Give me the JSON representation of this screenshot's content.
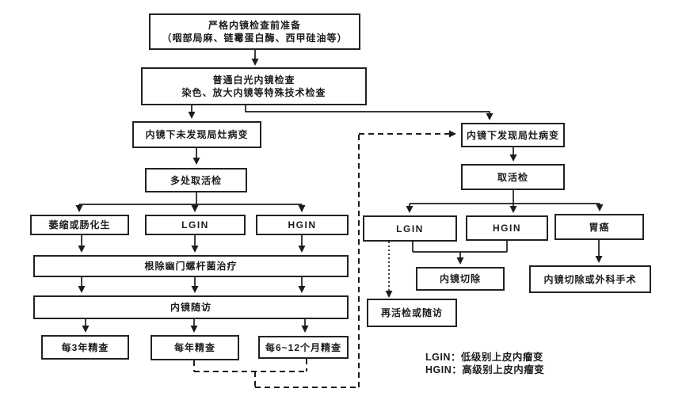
{
  "colors": {
    "ink": "#1c1c1c",
    "background": "#ffffff"
  },
  "flowchart": {
    "prep": {
      "line1": "严格内镜检查前准备",
      "line2": "（咽部局麻、链霉蛋白酶、西甲硅油等）"
    },
    "exam": {
      "line1": "普通白光内镜检查",
      "line2": "染色、放大内镜等特殊技术检查"
    },
    "no_lesion": "内镜下未发现局灶病变",
    "lesion_found": "内镜下发现局灶病变",
    "multi_biopsy": "多处取活检",
    "biopsy": "取活检",
    "atrophy": "萎缩或肠化生",
    "lgin_left": "LGIN",
    "hgin_left": "HGIN",
    "hp_eradication": "根除幽门螺杆菌治疗",
    "endoscopy_followup": "内镜随访",
    "every_3yr": "每3年精查",
    "every_1yr": "每年精查",
    "every_6_12mo": "每6~12个月精查",
    "lgin_right": "LGIN",
    "hgin_right": "HGIN",
    "gastric_cancer": "胃癌",
    "endoscopic_resection": "内镜切除",
    "resection_or_surgery": "内镜切除或外科手术",
    "rebiopsy_followup": "再活检或随访"
  },
  "legend": {
    "lgin": "LGIN：低级别上皮内瘤变",
    "hgin": "HGIN：高级别上皮内瘤变"
  }
}
